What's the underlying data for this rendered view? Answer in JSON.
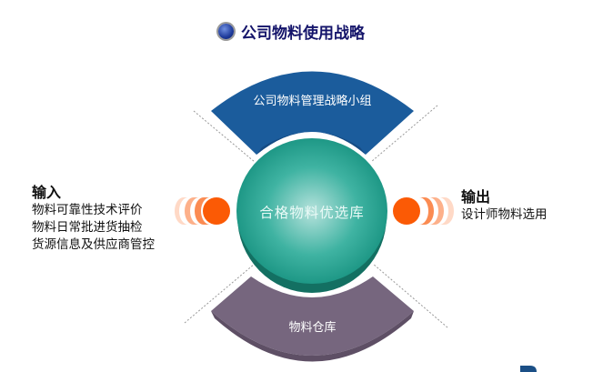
{
  "title": "公司物料使用战略",
  "top_segment": "公司物料管理战略小组",
  "center": "合格物料优选库",
  "bottom_segment": "物料仓库",
  "input": {
    "heading": "输入",
    "items": [
      "物料可靠性技术评价",
      "物料日常批进货抽检",
      "货源信息及供应商管控"
    ]
  },
  "output": {
    "heading": "输出",
    "items": [
      "设计师物料选用"
    ]
  },
  "colors": {
    "top": "#1b5c9c",
    "center": "#1e9b8a",
    "bottom": "#76667e",
    "arrow": "#fb5a05",
    "title": "#14146a"
  }
}
